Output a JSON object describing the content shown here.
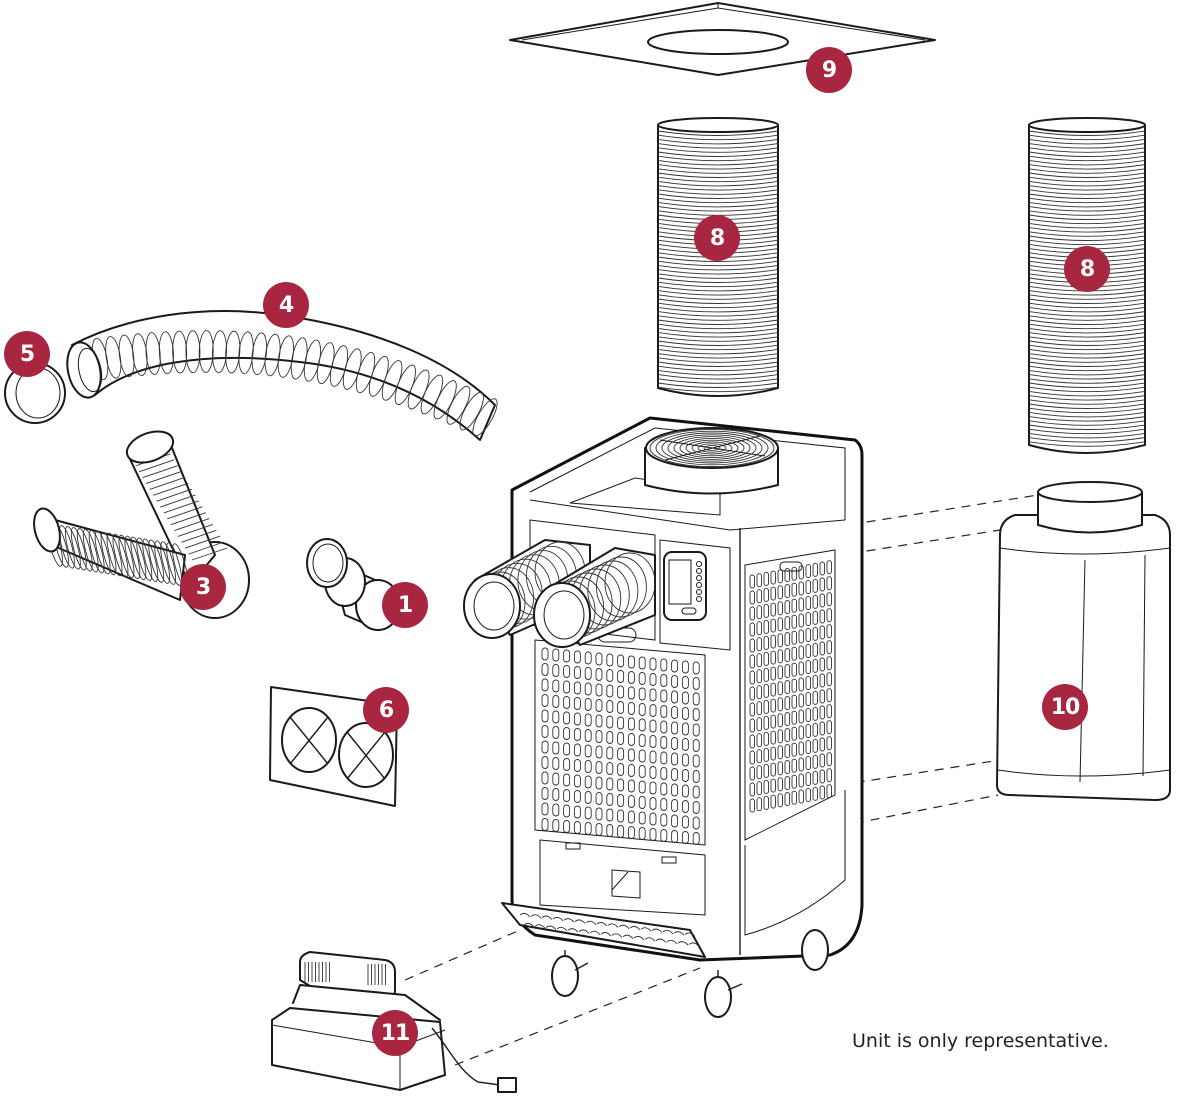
{
  "diagram": {
    "title": "Portable air conditioner accessory exploded view",
    "badge_color": "#A8263F",
    "line_color": "#1A1A1A",
    "caption": "Unit is only representative.",
    "callouts": [
      {
        "id": "callout-1",
        "label": "1",
        "part": "hose-coupler"
      },
      {
        "id": "callout-3",
        "label": "3",
        "part": "dual-hose-y-adapter"
      },
      {
        "id": "callout-4",
        "label": "4",
        "part": "flexible-duct-hose"
      },
      {
        "id": "callout-5",
        "label": "5",
        "part": "hose-end-ring"
      },
      {
        "id": "callout-6",
        "label": "6",
        "part": "window-panel-with-two-ports"
      },
      {
        "id": "callout-8a",
        "label": "8",
        "part": "exhaust-duct-hose"
      },
      {
        "id": "callout-8b",
        "label": "8",
        "part": "exhaust-duct-hose"
      },
      {
        "id": "callout-9",
        "label": "9",
        "part": "ceiling-panel"
      },
      {
        "id": "callout-10",
        "label": "10",
        "part": "return-air-plenum"
      },
      {
        "id": "callout-11",
        "label": "11",
        "part": "condensate-pump"
      }
    ],
    "unit": {
      "name": "portable-spot-cooler",
      "features": [
        "top-fan-grille",
        "control-panel",
        "twin-front-hoses",
        "front-louvered-grille",
        "side-louvered-grille",
        "front-drip-tray",
        "four-casters"
      ]
    }
  }
}
